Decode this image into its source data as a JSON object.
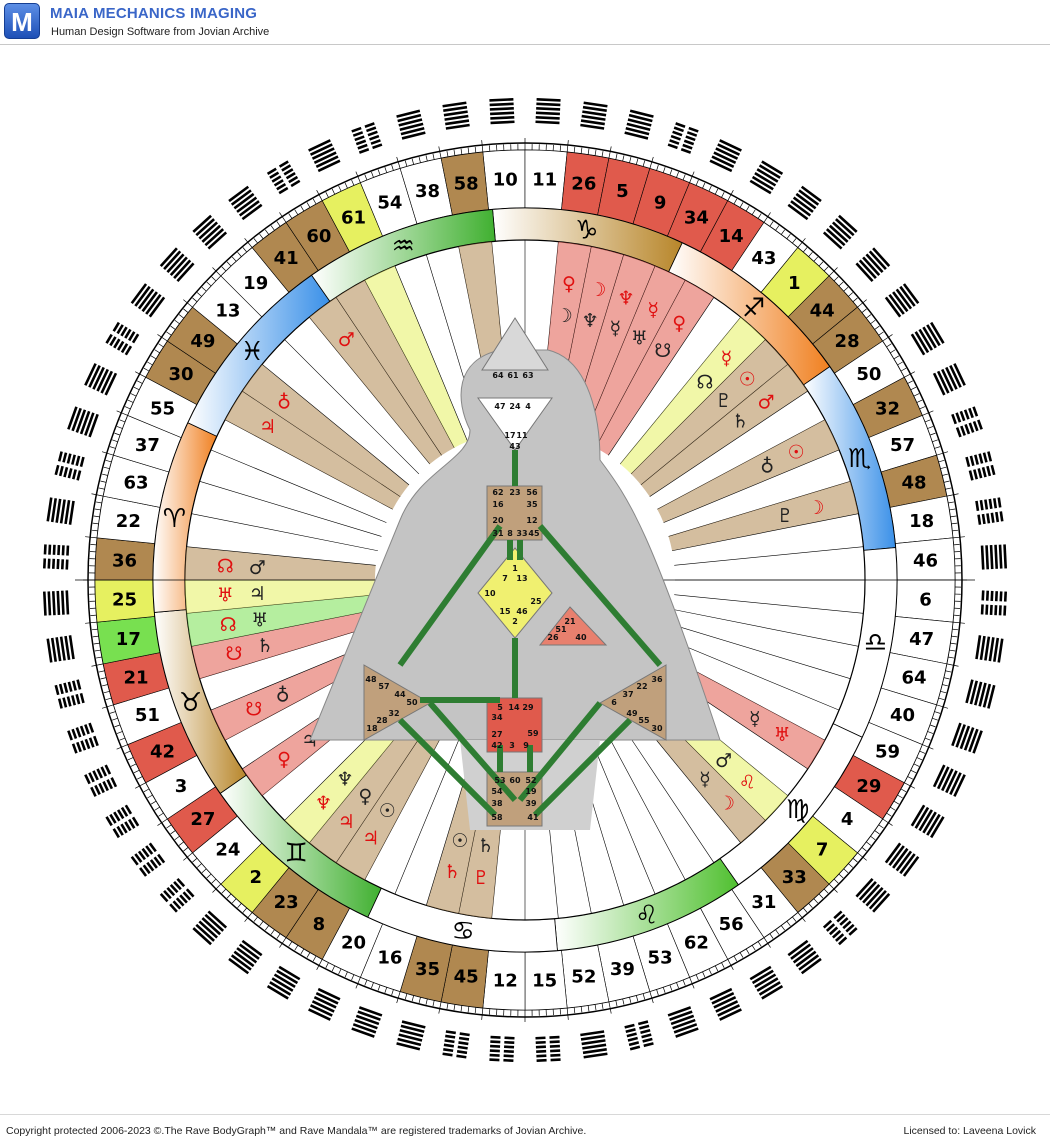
{
  "app": {
    "logo_letter": "M",
    "title": "MAIA MECHANICS IMAGING",
    "subtitle": "Human Design Software from Jovian Archive"
  },
  "footer": {
    "copyright": "Copyright protected 2006-2023 ©.The Rave BodyGraph™ and Rave Mandala™ are registered trademarks of Jovian Archive.",
    "license": "Licensed to: Laveena Lovick"
  },
  "mandala": {
    "gates_clockwise_from_top": [
      10,
      11,
      26,
      5,
      9,
      34,
      14,
      43,
      1,
      44,
      28,
      50,
      32,
      57,
      48,
      18,
      46,
      6,
      47,
      64,
      40,
      59,
      29,
      4,
      7,
      33,
      31,
      56,
      62,
      53,
      39,
      52,
      15,
      12,
      45,
      35,
      16,
      20,
      8,
      23,
      2,
      24,
      27,
      3,
      42,
      51,
      21,
      17,
      25,
      36,
      22,
      63,
      37,
      55,
      30,
      49,
      13,
      19,
      41,
      60,
      61,
      54,
      38,
      58
    ],
    "gate_colors": {
      "26": "#e05a4c",
      "5": "#e05a4c",
      "9": "#e05a4c",
      "34": "#e05a4c",
      "14": "#e05a4c",
      "1": "#e6f060",
      "44": "#b08850",
      "28": "#b08850",
      "32": "#b08850",
      "48": "#b08850",
      "29": "#e05a4c",
      "7": "#e6f060",
      "33": "#b08850",
      "35": "#b08850",
      "45": "#b08850",
      "8": "#b08850",
      "23": "#b08850",
      "2": "#e6f060",
      "27": "#e05a4c",
      "42": "#e05a4c",
      "21": "#e05a4c",
      "17": "#78e050",
      "25": "#e6f060",
      "36": "#b08850",
      "30": "#b08850",
      "49": "#b08850",
      "41": "#b08850",
      "60": "#b08850",
      "61": "#e6f060",
      "58": "#b08850"
    },
    "zodiac_signs": [
      {
        "glyph": "♑",
        "name": "capricorn"
      },
      {
        "glyph": "♐",
        "name": "sagittarius"
      },
      {
        "glyph": "♏",
        "name": "scorpio"
      },
      {
        "glyph": "♎",
        "name": "libra"
      },
      {
        "glyph": "♍",
        "name": "virgo"
      },
      {
        "glyph": "♌",
        "name": "leo"
      },
      {
        "glyph": "♋",
        "name": "cancer"
      },
      {
        "glyph": "♊",
        "name": "gemini"
      },
      {
        "glyph": "♉",
        "name": "taurus"
      },
      {
        "glyph": "♈",
        "name": "aries"
      },
      {
        "glyph": "♓",
        "name": "pisces"
      },
      {
        "glyph": "♒",
        "name": "aquarius"
      }
    ],
    "design_planets_red": [
      "♀",
      "☽",
      "♆",
      "☿",
      "♀",
      "☿",
      "☉",
      "♂",
      "☉",
      "☽",
      "♅",
      "♌︎",
      "☽",
      "♇",
      "♄",
      "♃",
      "♃",
      "♆",
      "♀",
      "☋",
      "☋",
      "☊",
      "♅",
      "☊",
      "♃",
      "♁",
      "♂"
    ],
    "personality_planets_black": [
      "☽",
      "♆",
      "☿",
      "♅",
      "☋",
      "☊",
      "♇",
      "♄",
      "♁",
      "♇",
      "☿",
      "♂",
      "☿",
      "♄",
      "☉",
      "☉",
      "♀",
      "♆",
      "♃",
      "♁",
      "♄",
      "♅",
      "♃",
      "♂"
    ]
  },
  "bodygraph": {
    "head": {
      "gates": [
        "64",
        "61",
        "63"
      ],
      "color": "#d8d8d8"
    },
    "ajna": {
      "gates": [
        "47",
        "24",
        "4",
        "17",
        "11",
        "43"
      ],
      "color": "#ffffff"
    },
    "throat": {
      "gates": [
        "62",
        "23",
        "56",
        "16",
        "35",
        "20",
        "12",
        "31",
        "8",
        "33",
        "45"
      ],
      "color": "#c0a07c"
    },
    "g_center": {
      "gates": [
        "1",
        "7",
        "13",
        "10",
        "25",
        "15",
        "46",
        "2"
      ],
      "color": "#f0f070"
    },
    "heart": {
      "gates": [
        "21",
        "51",
        "26",
        "40"
      ],
      "color": "#e8806e"
    },
    "spleen": {
      "gates": [
        "48",
        "57",
        "44",
        "50",
        "32",
        "28",
        "18"
      ],
      "color": "#c0a07c"
    },
    "sacral": {
      "gates": [
        "5",
        "14",
        "29",
        "34",
        "27",
        "42",
        "3",
        "9",
        "59"
      ],
      "color": "#e05a4c"
    },
    "solar_plexus": {
      "gates": [
        "36",
        "22",
        "37",
        "6",
        "49",
        "55",
        "30"
      ],
      "color": "#c0a07c"
    },
    "root": {
      "gates": [
        "53",
        "60",
        "52",
        "54",
        "19",
        "38",
        "39",
        "58",
        "41"
      ],
      "color": "#c0a07c"
    }
  }
}
